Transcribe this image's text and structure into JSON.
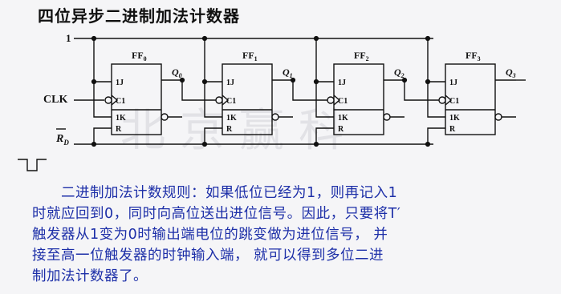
{
  "title": "四位异步二进制加法计数器",
  "watermark": "北京赢科",
  "inputs": {
    "one": "1",
    "clk": "CLK",
    "rd": "R",
    "rd_sub": "D"
  },
  "flipflops": [
    {
      "name": "FF",
      "sub": "0",
      "q": "Q",
      "q_sub": "0"
    },
    {
      "name": "FF",
      "sub": "1",
      "q": "Q",
      "q_sub": "1"
    },
    {
      "name": "FF",
      "sub": "2",
      "q": "Q",
      "q_sub": "2"
    },
    {
      "name": "FF",
      "sub": "3",
      "q": "Q",
      "q_sub": "3"
    }
  ],
  "pins": {
    "j": "1J",
    "c": "C1",
    "k": "1K",
    "r": "R"
  },
  "description": [
    "　　二进制加法计数规则：如果低位已经为1，则再记入1",
    "时就应回到0，同时向高位送出进位信号。因此，只要将T′",
    "触发器从1变为0时输出端电位的跳变做为进位信号， 并",
    "接至高一位触发器的时钟输入端， 就可以得到多位二进",
    "制加法计数器了。"
  ]
}
